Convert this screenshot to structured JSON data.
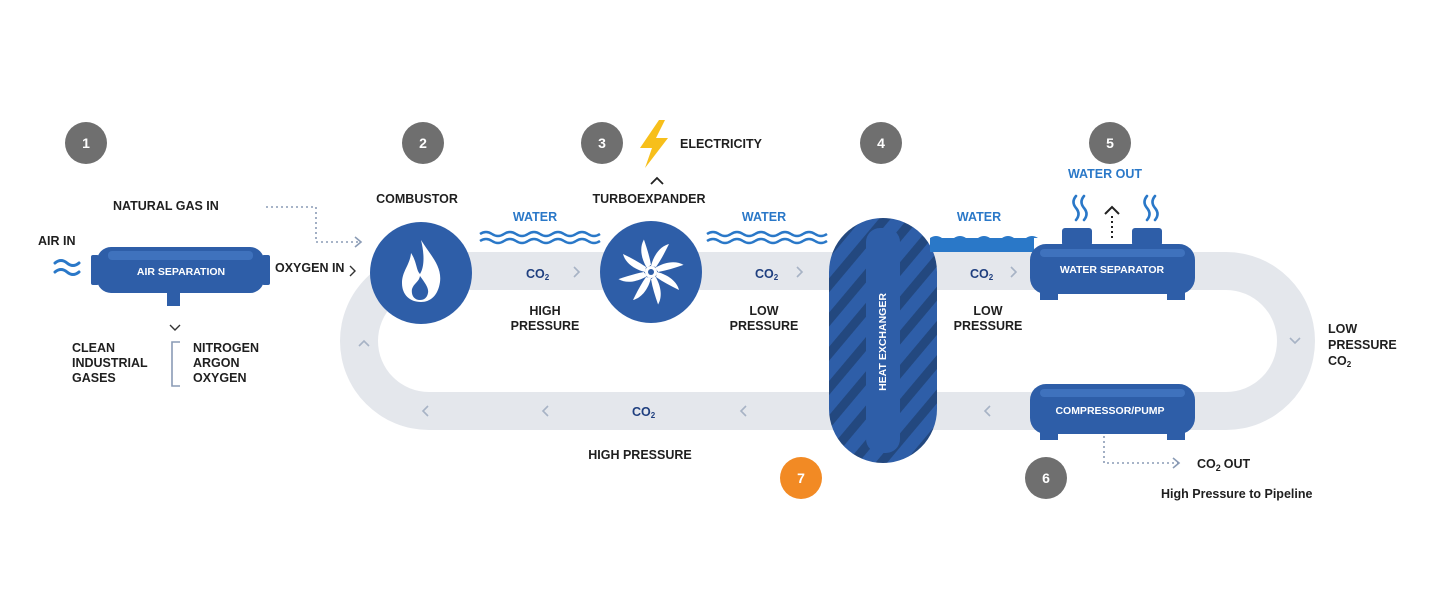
{
  "steps": {
    "s1": "1",
    "s2": "2",
    "s3": "3",
    "s4": "4",
    "s5": "5",
    "s6": "6",
    "s7": "7"
  },
  "labels": {
    "natural_gas_in": "NATURAL GAS IN",
    "air_in": "AIR IN",
    "oxygen_in": "OXYGEN IN",
    "air_separation": "AIR SEPARATION",
    "clean": "CLEAN",
    "industrial": "INDUSTRIAL",
    "gases": "GASES",
    "nitrogen": "NITROGEN",
    "argon": "ARGON",
    "oxygen": "OXYGEN",
    "combustor": "COMBUSTOR",
    "turboexpander": "TURBOEXPANDER",
    "electricity": "ELECTRICITY",
    "water_1": "WATER",
    "water_2": "WATER",
    "water_3": "WATER",
    "water_out": "WATER OUT",
    "co2_1": "CO",
    "co2_2": "CO",
    "co2_3": "CO",
    "co2_4": "CO",
    "co2_out": "CO",
    "sub2": "2",
    "high": "HIGH",
    "pressure_1": "PRESSURE",
    "low_1": "LOW",
    "pressure_2": "PRESSURE",
    "low_2": "LOW",
    "pressure_3": "PRESSURE",
    "heat_exchanger": "HEAT EXCHANGER",
    "water_separator": "WATER SEPARATOR",
    "low_3": "LOW",
    "pressure_4": "PRESSURE",
    "co2_right": "CO",
    "compressor_pump": "COMPRESSOR/PUMP",
    "high_pressure_bottom": "HIGH PRESSURE",
    "out": "OUT",
    "high_pressure_pipeline": "High Pressure to Pipeline"
  },
  "colors": {
    "equipment_blue": "#2e5ea8",
    "water_blue": "#2a78c8",
    "loop_gray": "#e4e7ec",
    "badge_gray": "#6f6f6f",
    "badge_orange": "#f28a24",
    "bolt_yellow": "#f7bf1b"
  },
  "icons": [
    "flame-icon",
    "fan-icon",
    "lightning-icon",
    "steam-icon",
    "waves-icon"
  ]
}
